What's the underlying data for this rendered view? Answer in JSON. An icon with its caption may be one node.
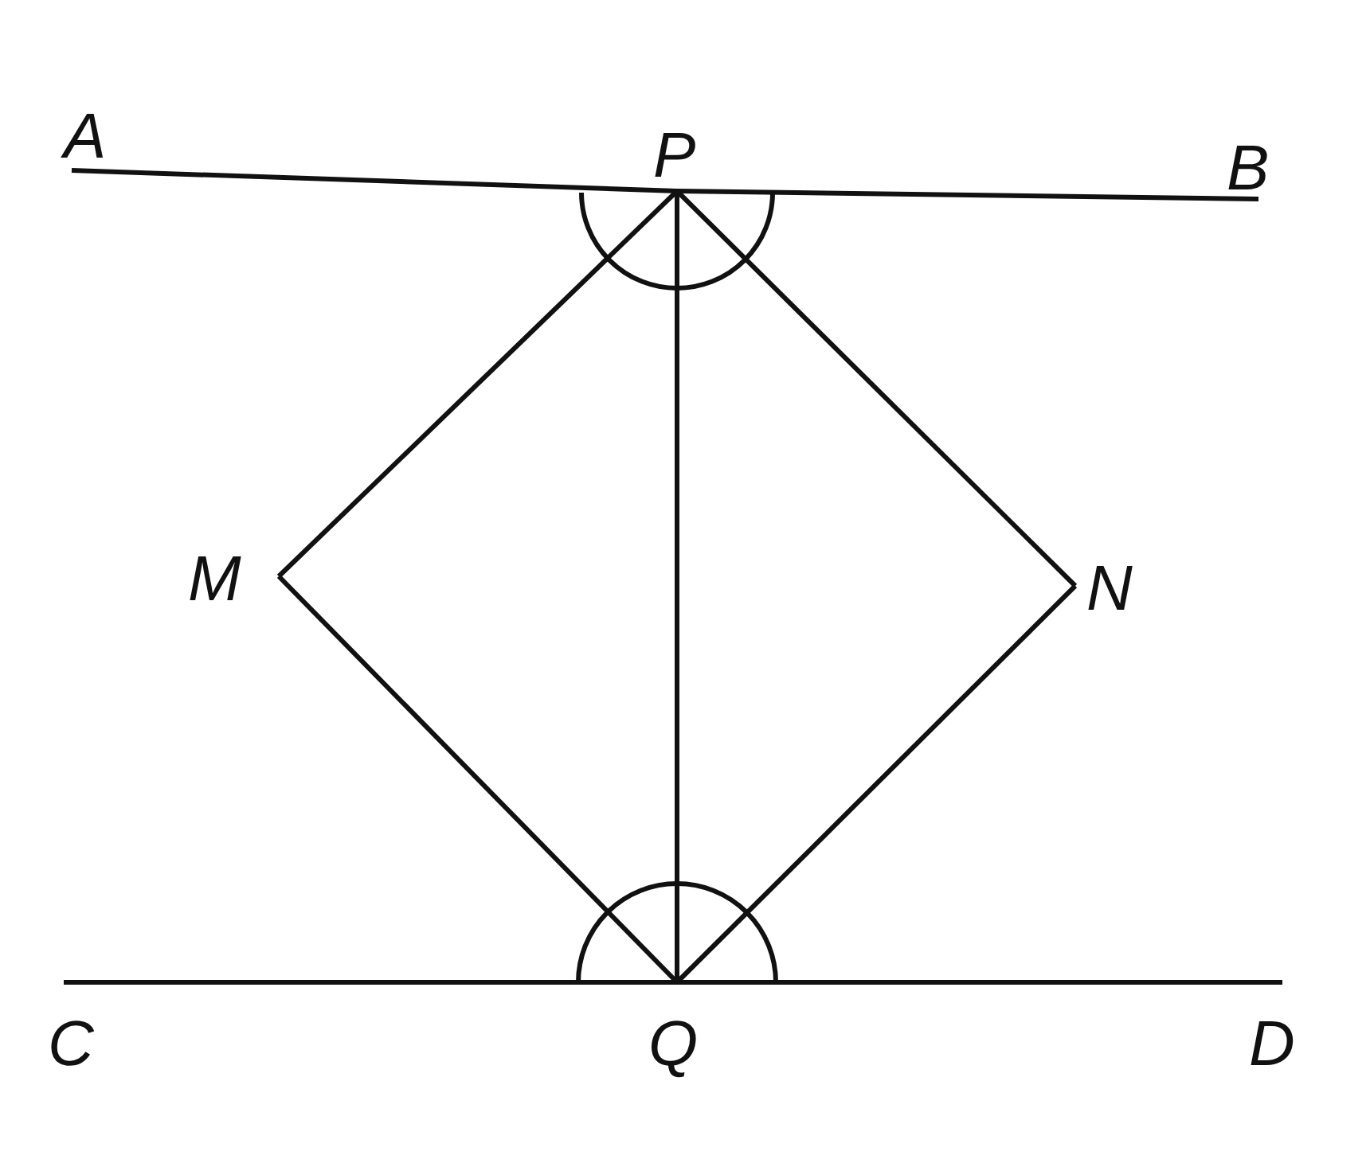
{
  "diagram": {
    "nodes": [
      {
        "text": [
          "A"
        ]
      },
      {
        "text": [
          "P"
        ]
      },
      {
        "text": [
          "B"
        ]
      },
      {
        "text": [
          "M"
        ]
      },
      {
        "text": [
          "N"
        ]
      },
      {
        "text": [
          "C"
        ]
      },
      {
        "text": [
          "Q"
        ]
      },
      {
        "text": [
          "D"
        ]
      }
    ],
    "edges": [
      {
        "from": 0,
        "to": 1,
        "arrow": "none"
      },
      {
        "from": 1,
        "to": 2,
        "arrow": "none"
      },
      {
        "from": 5,
        "to": 6,
        "arrow": "none"
      },
      {
        "from": 6,
        "to": 7,
        "arrow": "none"
      },
      {
        "from": 1,
        "to": 3,
        "arrow": "none"
      },
      {
        "from": 3,
        "to": 6,
        "arrow": "none"
      },
      {
        "from": 1,
        "to": 4,
        "arrow": "none"
      },
      {
        "from": 4,
        "to": 6,
        "arrow": "none"
      },
      {
        "from": 1,
        "to": 6,
        "arrow": "none"
      }
    ]
  }
}
